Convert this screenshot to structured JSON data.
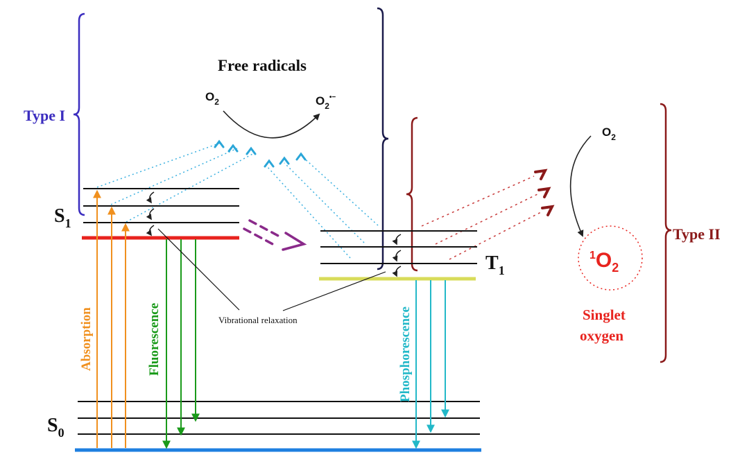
{
  "labels": {
    "free_radicals": "Free radicals",
    "o2_left": "O",
    "o2_left_sub": "2",
    "superoxide": "O",
    "superoxide_sub": "2",
    "superoxide_sup": "•−",
    "type_one": "Type I",
    "type_two": "Type II",
    "o2_right": "O",
    "o2_right_sub": "2",
    "singlet_sup": "1",
    "singlet_o": "O",
    "singlet_sub": "2",
    "singlet_text_line1": "Singlet",
    "singlet_text_line2": "oxygen",
    "s1": "S",
    "s1_sub": "1",
    "t1": "T",
    "t1_sub": "1",
    "s0": "S",
    "s0_sub": "0",
    "absorption": "Absorption",
    "fluorescence": "Fluorescence",
    "phosphorescence": "Phosphorescence",
    "vibrational_relaxation": "Vibrational relaxation"
  },
  "colors": {
    "type_one": "#3b2dbf",
    "type_two": "#8b1a1a",
    "absorption": "#f0901e",
    "fluorescence": "#1a9a1a",
    "phosphorescence": "#22b8c8",
    "s1_ground": "#e8231e",
    "t1_ground": "#d8dc5a",
    "s0_ground": "#1e7fe0",
    "singlet": "#e8231e",
    "isc_arrow": "#8a2a8a",
    "dotted_blue": "#3ab0e0",
    "dotted_red": "#c83a3a"
  }
}
